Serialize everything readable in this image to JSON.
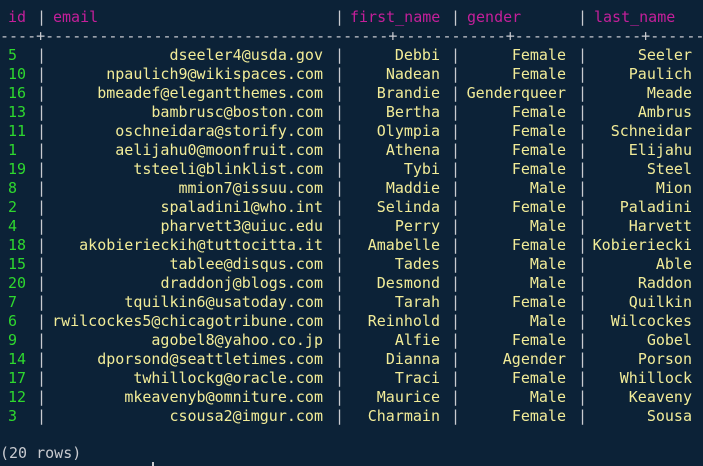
{
  "headers": {
    "id": "id",
    "email": "email",
    "first_name": "first_name",
    "gender": "gender",
    "last_name": "last_name"
  },
  "separator": "----+--------------------------------------+------------+--------------+-------------",
  "rows": [
    {
      "id": "5",
      "email": "dseeler4@usda.gov",
      "first_name": "Debbi",
      "gender": "Female",
      "last_name": "Seeler"
    },
    {
      "id": "10",
      "email": "npaulich9@wikispaces.com",
      "first_name": "Nadean",
      "gender": "Female",
      "last_name": "Paulich"
    },
    {
      "id": "16",
      "email": "bmeadef@elegantthemes.com",
      "first_name": "Brandie",
      "gender": "Genderqueer",
      "last_name": "Meade"
    },
    {
      "id": "13",
      "email": "bambrusc@boston.com",
      "first_name": "Bertha",
      "gender": "Female",
      "last_name": "Ambrus"
    },
    {
      "id": "11",
      "email": "oschneidara@storify.com",
      "first_name": "Olympia",
      "gender": "Female",
      "last_name": "Schneidar"
    },
    {
      "id": "1",
      "email": "aelijahu0@moonfruit.com",
      "first_name": "Athena",
      "gender": "Female",
      "last_name": "Elijahu"
    },
    {
      "id": "19",
      "email": "tsteeli@blinklist.com",
      "first_name": "Tybi",
      "gender": "Female",
      "last_name": "Steel"
    },
    {
      "id": "8",
      "email": "mmion7@issuu.com",
      "first_name": "Maddie",
      "gender": "Male",
      "last_name": "Mion"
    },
    {
      "id": "2",
      "email": "spaladini1@who.int",
      "first_name": "Selinda",
      "gender": "Female",
      "last_name": "Paladini"
    },
    {
      "id": "4",
      "email": "pharvett3@uiuc.edu",
      "first_name": "Perry",
      "gender": "Male",
      "last_name": "Harvett"
    },
    {
      "id": "18",
      "email": "akobierieckih@tuttocitta.it",
      "first_name": "Amabelle",
      "gender": "Female",
      "last_name": "Kobieriecki"
    },
    {
      "id": "15",
      "email": "tablee@disqus.com",
      "first_name": "Tades",
      "gender": "Male",
      "last_name": "Able"
    },
    {
      "id": "20",
      "email": "draddonj@blogs.com",
      "first_name": "Desmond",
      "gender": "Male",
      "last_name": "Raddon"
    },
    {
      "id": "7",
      "email": "tquilkin6@usatoday.com",
      "first_name": "Tarah",
      "gender": "Female",
      "last_name": "Quilkin"
    },
    {
      "id": "6",
      "email": "rwilcockes5@chicagotribune.com",
      "first_name": "Reinhold",
      "gender": "Male",
      "last_name": "Wilcockes"
    },
    {
      "id": "9",
      "email": "agobel8@yahoo.co.jp",
      "first_name": "Alfie",
      "gender": "Female",
      "last_name": "Gobel"
    },
    {
      "id": "14",
      "email": "dporsond@seattletimes.com",
      "first_name": "Dianna",
      "gender": "Agender",
      "last_name": "Porson"
    },
    {
      "id": "17",
      "email": "twhillockg@oracle.com",
      "first_name": "Traci",
      "gender": "Female",
      "last_name": "Whillock"
    },
    {
      "id": "12",
      "email": "mkeavenyb@omniture.com",
      "first_name": "Maurice",
      "gender": "Male",
      "last_name": "Keaveny"
    },
    {
      "id": "3",
      "email": "csousa2@imgur.com",
      "first_name": "Charmain",
      "gender": "Female",
      "last_name": "Sousa"
    }
  ],
  "footer": "(20 rows)",
  "colors": {
    "background": "#0c2237",
    "header": "#c41f9a",
    "id": "#2ed82e",
    "value": "#f2ec98",
    "border": "#c9cbd0"
  }
}
